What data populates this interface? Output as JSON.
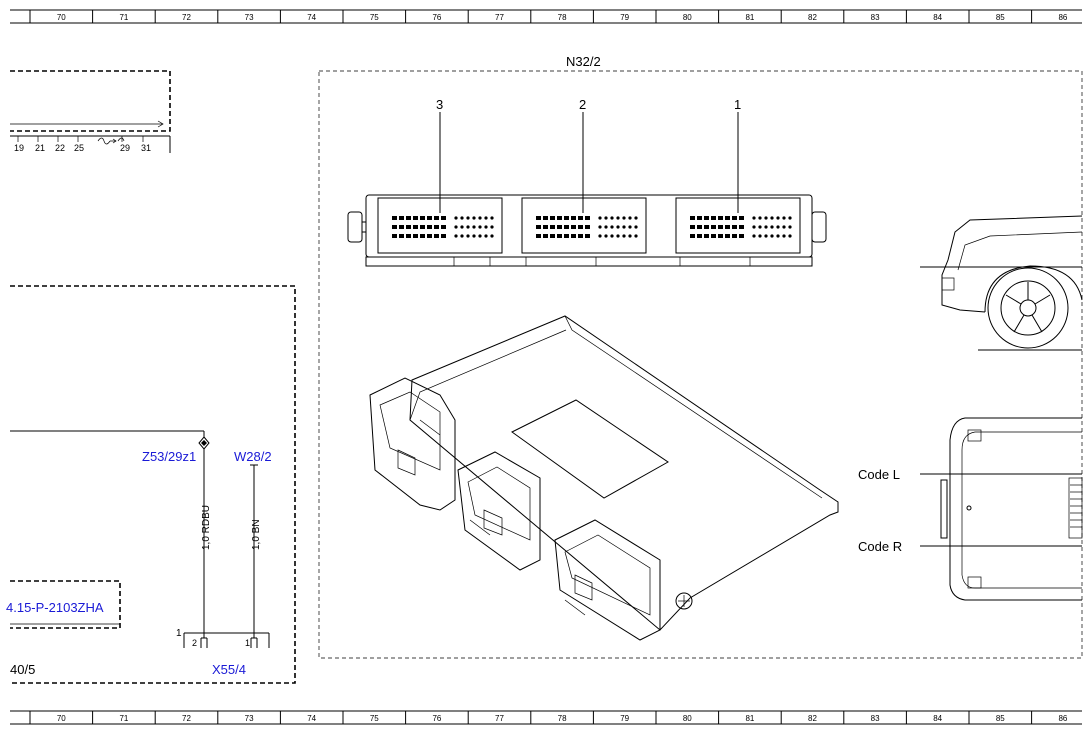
{
  "ruler": {
    "top_columns": [
      "70",
      "71",
      "72",
      "73",
      "74",
      "75",
      "76",
      "77",
      "78",
      "79",
      "80",
      "81",
      "82",
      "83",
      "84",
      "85",
      "86"
    ],
    "bottom_columns": [
      "70",
      "71",
      "72",
      "73",
      "74",
      "75",
      "76",
      "77",
      "78",
      "79",
      "80",
      "81",
      "82",
      "83",
      "84",
      "85",
      "86"
    ]
  },
  "left_block": {
    "pins": [
      "19",
      "21",
      "22",
      "25",
      "29",
      "31"
    ]
  },
  "component": {
    "name": "N32/2",
    "connectors": [
      "3",
      "2",
      "1"
    ]
  },
  "wires": {
    "ground_label": "Z53/29z1",
    "shield_label": "W28/2",
    "wire1_spec": "1,0 RDBU",
    "wire2_spec": "1,0 BN"
  },
  "connector_x55": {
    "name": "X55/4",
    "pin_a": "2",
    "pin_b": "1",
    "left_mark": "1"
  },
  "ref_box": {
    "text": "4.15-P-2103ZHA"
  },
  "bottom_left_label": "40/5",
  "codes": {
    "code_l": "Code L",
    "code_r": "Code R"
  },
  "colors": {
    "link_blue": "#1a1ad6",
    "line": "#000000"
  }
}
